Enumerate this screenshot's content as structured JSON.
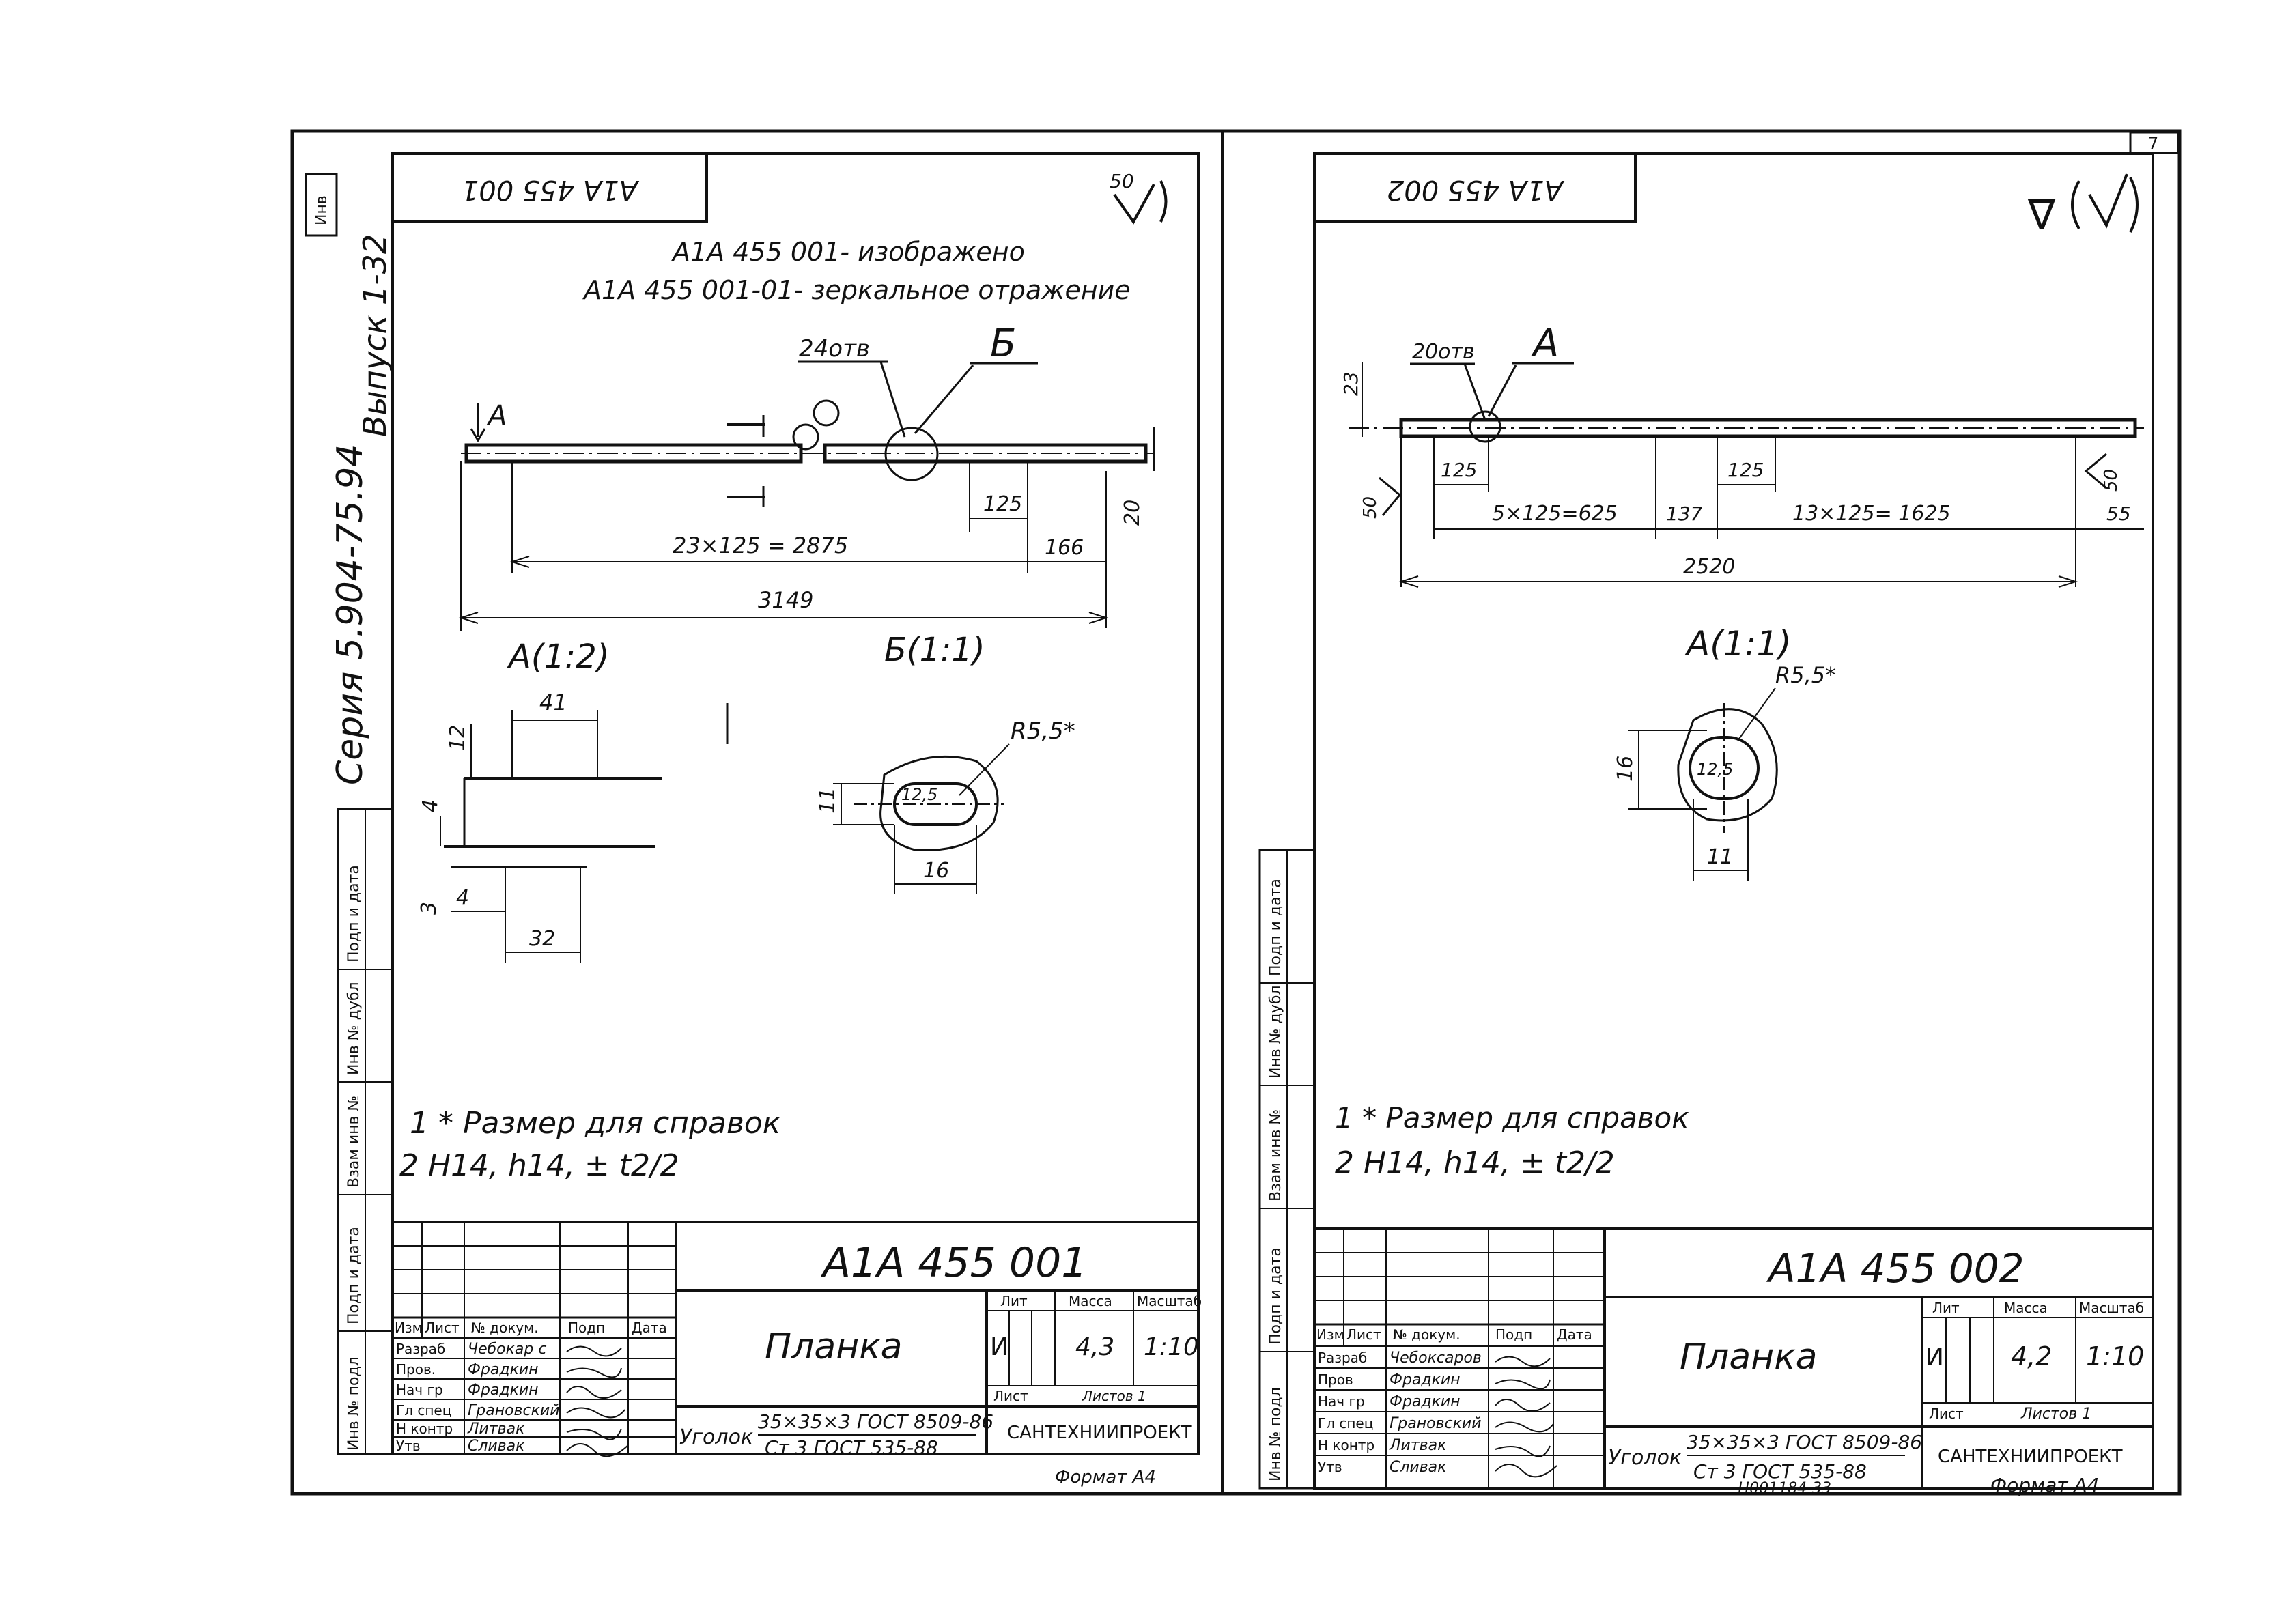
{
  "page": {
    "corner_number": "7"
  },
  "left_sheet": {
    "stamp_code": "А1А 455 001",
    "roughness": "50",
    "series_vertical": "Серия 5.904-75.94",
    "issue_vertical": "Выпуск 1-32",
    "inv_box": "Инв",
    "note_line1": "А1А 455 001- изображено",
    "note_line2": "А1А 455 001-01- зеркальное отражение",
    "holes": "24отв",
    "callout_b": "Б",
    "callout_a": "А",
    "dim_125": "125",
    "dim_20": "20",
    "dim_23x125": "23×125 = 2875",
    "dim_166": "166",
    "dim_3149": "3149",
    "view_a": "А(1:2)",
    "view_b": "Б(1:1)",
    "dim_41": "41",
    "dim_12": "12",
    "dim_4a": "4",
    "dim_3": "3",
    "dim_4b": "4",
    "dim_32": "32",
    "radius": "R5,5*",
    "dim_12_5": "12,5",
    "dim_11": "11",
    "dim_16": "16",
    "note1": "1 * Размер для справок",
    "note2": "2 H14, h14, ± t2/2",
    "title_code": "А1А 455 001",
    "part_name": "Планка",
    "material_prefix": "Уголок",
    "material_line1": "35×35×3 ГОСТ 8509-86",
    "material_line2": "Ст 3 ГОСТ 535-88",
    "org": "САНТЕХНИИПРОЕКТ",
    "lit_hdr": "Лит",
    "mass_hdr": "Масса",
    "scale_hdr": "Масштаб",
    "lit_val": "И",
    "mass_val": "4,3",
    "scale_val": "1:10",
    "sheet_hdr": "Лист",
    "sheets_hdr": "Листов 1",
    "format": "Формат А4",
    "stamp_rows": [
      {
        "role": "Изм",
        "name": "Лист",
        "doc": "№ докум.",
        "sign": "Подп",
        "date": "Дата"
      },
      {
        "role": "Разраб",
        "name": "Чебокар с",
        "sign": "",
        "date": ""
      },
      {
        "role": "Пров.",
        "name": "Фрадкин",
        "sign": "",
        "date": ""
      },
      {
        "role": "Нач гр",
        "name": "Фрадкин",
        "sign": "",
        "date": ""
      },
      {
        "role": "Гл спец",
        "name": "Грановский",
        "sign": "",
        "date": ""
      },
      {
        "role": "Н контр",
        "name": "Литвак",
        "sign": "",
        "date": ""
      },
      {
        "role": "Утв",
        "name": "Сливак",
        "sign": "",
        "date": ""
      }
    ],
    "side_labels": [
      "Подп и дата",
      "Взам инв №",
      "Инв № дубл",
      "Подп и дата",
      "Инв № подл"
    ]
  },
  "right_sheet": {
    "stamp_code": "А1А 455 002",
    "roughness": "∇",
    "holes": "20отв",
    "callout_a": "А",
    "dim_23": "23",
    "dim_125a": "125",
    "dim_125b": "125",
    "dim_50a": "50",
    "dim_50b": "50",
    "dim_5x125": "5×125=625",
    "dim_137": "137",
    "dim_13x125": "13×125= 1625",
    "dim_55": "55",
    "dim_2520": "2520",
    "view_a": "А(1:1)",
    "radius": "R5,5*",
    "dim_12_5": "12,5",
    "dim_16": "16",
    "dim_11": "11",
    "note1": "1 * Размер для справок",
    "note2": "2 H14, h14, ± t2/2",
    "title_code": "А1А 455 002",
    "part_name": "Планка",
    "material_prefix": "Уголок",
    "material_line1": "35×35×3 ГОСТ 8509-86",
    "material_line2": "Ст 3 ГОСТ 535-88",
    "org": "САНТЕХНИИПРОЕКТ",
    "lit_hdr": "Лит",
    "mass_hdr": "Масса",
    "scale_hdr": "Масштаб",
    "lit_val": "И",
    "mass_val": "4,2",
    "scale_val": "1:10",
    "sheet_hdr": "Лист",
    "sheets_hdr": "Листов 1",
    "format": "Формат А4",
    "archive": "Ц001184-33",
    "stamp_rows": [
      {
        "role": "Изм",
        "name": "Лист",
        "doc": "№ докум.",
        "sign": "Подп",
        "date": "Дата"
      },
      {
        "role": "Разраб",
        "name": "Чебоксаров",
        "sign": "",
        "date": ""
      },
      {
        "role": "Пров",
        "name": "Фрадкин",
        "sign": "",
        "date": ""
      },
      {
        "role": "Нач гр",
        "name": "Фрадкин",
        "sign": "",
        "date": ""
      },
      {
        "role": "Гл спец",
        "name": "Грановский",
        "sign": "",
        "date": ""
      },
      {
        "role": "Н контр",
        "name": "Литвак",
        "sign": "",
        "date": ""
      },
      {
        "role": "Утв",
        "name": "Сливак",
        "sign": "",
        "date": ""
      }
    ],
    "side_labels": [
      "Подп и дата",
      "Взам инв №",
      "Инв № дубл",
      "Подп и дата",
      "Инв № подл"
    ]
  }
}
